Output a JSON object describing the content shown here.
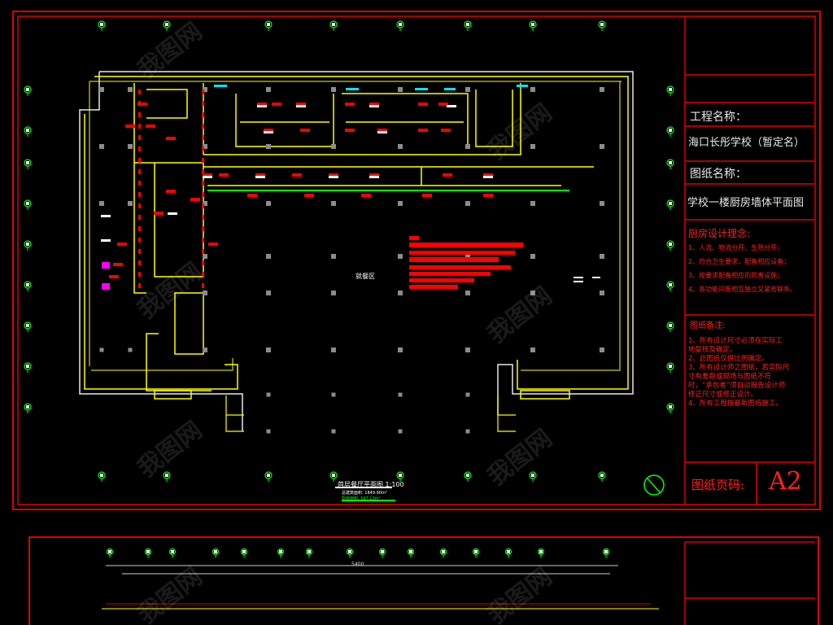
{
  "title_block": {
    "project_name_label": "工程名称：",
    "project_name": "海口长彤学校（暂定名）",
    "drawing_name_label": "图纸名称：",
    "drawing_name": "学校一楼厨房墙体平面图",
    "concept_title": "厨房设计理念:",
    "concept_items": [
      "1、人流、物流分开、生熟分开；",
      "2、符合卫生要求，配备相应设备；",
      "3、按要求配备相应的防害设施；",
      "4、各功能间既相互独立又紧密联系。"
    ],
    "notes_title": "图纸备注:",
    "notes_items": [
      "1、所有设计尺寸必须在实际工",
      "地复核及确定。",
      "2、此图纸仅供比例确定。",
      "3、所有设计师之图纸，若实际尺",
      "寸有差距或现场与图纸不符",
      "时，“承包者”须自动报告设计师",
      "修正尺寸或修正设计。",
      "4、所有工程按最新图纸施工。"
    ],
    "page_label": "图纸页码:",
    "page_number": "A2"
  },
  "plan": {
    "room_label": "就餐区",
    "caption": "首层餐厅平面图 1:100",
    "caption_sub1": "总建筑面积: 1849.90m²",
    "caption_sub2": "厨房面积: 567.10m²",
    "dimension_text": "5400"
  },
  "watermark": "我图网",
  "colors": {
    "frame": "#e00000",
    "wall": "#ffff00",
    "column": "#8c8c8c",
    "annotation": "#ff0000",
    "green": "#00ff00",
    "cyan": "#00e5ff"
  }
}
